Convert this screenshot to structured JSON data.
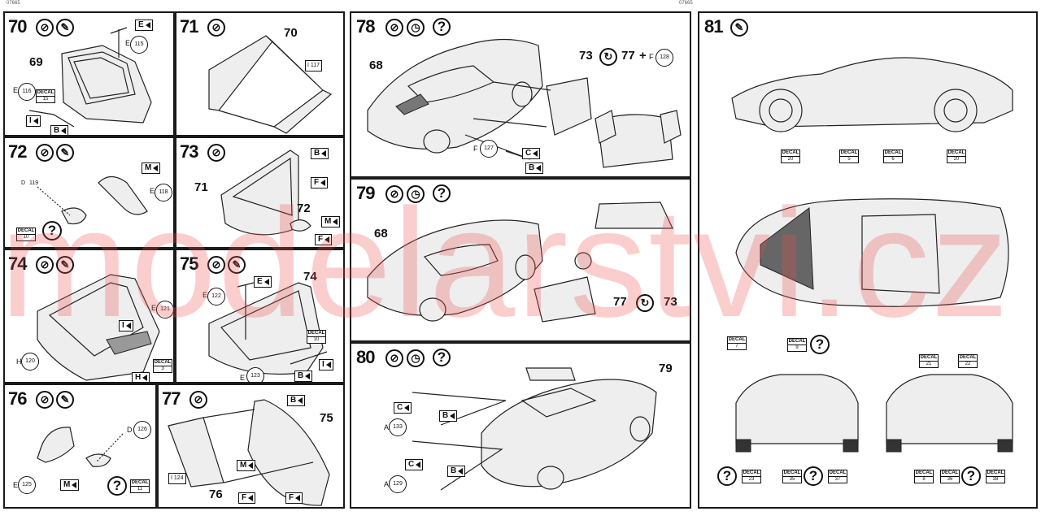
{
  "header": {
    "left": "07665",
    "center": "07665"
  },
  "watermark": "modelarstvi.cz",
  "steps": {
    "s70": {
      "num": "70",
      "callouts": {
        "a": "69"
      },
      "letters": {
        "e": "E",
        "i": "I",
        "b": "B"
      },
      "parts": {
        "p115": "115",
        "p116": "116"
      },
      "partlabels": {
        "e115": "E",
        "e116": "E"
      },
      "decal": {
        "label": "DECAL",
        "num": "15"
      }
    },
    "s71": {
      "num": "71",
      "callouts": {
        "a": "70"
      },
      "box": "117",
      "boxlabel": "I"
    },
    "s72": {
      "num": "72",
      "letters": {
        "m": "M"
      },
      "parts": {
        "p119": "119",
        "p118": "118"
      },
      "partlabels": {
        "d119": "D",
        "e118": "E"
      },
      "decal": {
        "label": "DECAL",
        "num": "10"
      },
      "q": "?"
    },
    "s73": {
      "num": "73",
      "callouts": {
        "a": "71",
        "b": "72"
      },
      "letters": {
        "b": "B",
        "f1": "F",
        "m": "M",
        "f2": "F"
      }
    },
    "s74": {
      "num": "74",
      "letters": {
        "i": "I",
        "h": "H"
      },
      "parts": {
        "p121": "121",
        "p120": "120"
      },
      "partlabels": {
        "e121": "E",
        "h120": "H"
      },
      "decal": {
        "label": "DECAL",
        "num": "3"
      }
    },
    "s75": {
      "num": "75",
      "callouts": {
        "a": "74"
      },
      "letters": {
        "e": "E",
        "b": "B",
        "i": "I"
      },
      "parts": {
        "p122": "122",
        "p123": "123"
      },
      "partlabels": {
        "e122": "E",
        "e123": "E"
      },
      "decal": {
        "label": "DECAL",
        "num": "10"
      }
    },
    "s76": {
      "num": "76",
      "letters": {
        "m": "M"
      },
      "parts": {
        "p126": "126",
        "p125": "125"
      },
      "partlabels": {
        "d126": "D",
        "e125": "E"
      },
      "decal": {
        "label": "DECAL",
        "num": "11"
      },
      "q": "?"
    },
    "s77": {
      "num": "77",
      "callouts": {
        "a": "75",
        "b": "76"
      },
      "letters": {
        "b": "B",
        "m": "M",
        "f1": "F",
        "f2": "F"
      },
      "box": "124",
      "boxlabel": "I"
    },
    "s78": {
      "num": "78",
      "q": "?",
      "callouts": {
        "a": "68"
      },
      "formula": {
        "a": "73",
        "b": "77",
        "plus": "+",
        "fl": "F",
        "fn": "128"
      },
      "letters": {
        "c": "C",
        "b": "B"
      },
      "parts": {
        "p127": "127"
      },
      "partlabels": {
        "f127": "F"
      }
    },
    "s79": {
      "num": "79",
      "q": "?",
      "callouts": {
        "a": "68"
      },
      "formula": {
        "a": "77",
        "b": "73"
      }
    },
    "s80": {
      "num": "80",
      "q": "?",
      "callouts": {
        "a": "79"
      },
      "letters": {
        "c1": "C",
        "b1": "B",
        "c2": "C",
        "b2": "B"
      },
      "parts": {
        "p133": "133",
        "p129": "129"
      },
      "partlabels": {
        "a133": "A",
        "a129": "A"
      }
    },
    "s81": {
      "num": "81",
      "decals": [
        {
          "label": "DECAL",
          "num": "20"
        },
        {
          "label": "DECAL",
          "num": "5"
        },
        {
          "label": "DECAL",
          "num": "6"
        },
        {
          "label": "DECAL",
          "num": "20"
        },
        {
          "label": "DECAL",
          "num": "7"
        },
        {
          "label": "DECAL",
          "num": "9"
        },
        {
          "label": "DECAL",
          "num": "23"
        },
        {
          "label": "DECAL",
          "num": "35"
        },
        {
          "label": "DECAL",
          "num": "37"
        },
        {
          "label": "DECAL",
          "num": "21"
        },
        {
          "label": "DECAL",
          "num": "22"
        },
        {
          "label": "DECAL",
          "num": "8"
        },
        {
          "label": "DECAL",
          "num": "36"
        },
        {
          "label": "DECAL",
          "num": "38"
        }
      ],
      "q": "?"
    }
  }
}
